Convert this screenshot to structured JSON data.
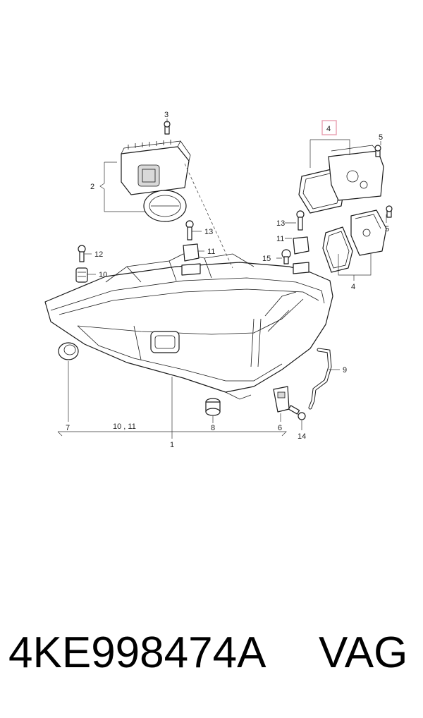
{
  "callouts": {
    "c1": "1",
    "c2": "2",
    "c3": "3",
    "c4_top": "4",
    "c4_bottom": "4",
    "c5_top": "5",
    "c5_bottom": "5",
    "c6": "6",
    "c7": "7",
    "c8": "8",
    "c9": "9",
    "c10": "10",
    "c10_11": "10 , 11",
    "c11_left": "11",
    "c11_right": "11",
    "c12": "12",
    "c13_left": "13",
    "c13_right": "13",
    "c14": "14",
    "c15": "15"
  },
  "highlight_color": "#e8a0b0",
  "footer": {
    "part_number": "4KE998474A",
    "brand": "VAG"
  }
}
